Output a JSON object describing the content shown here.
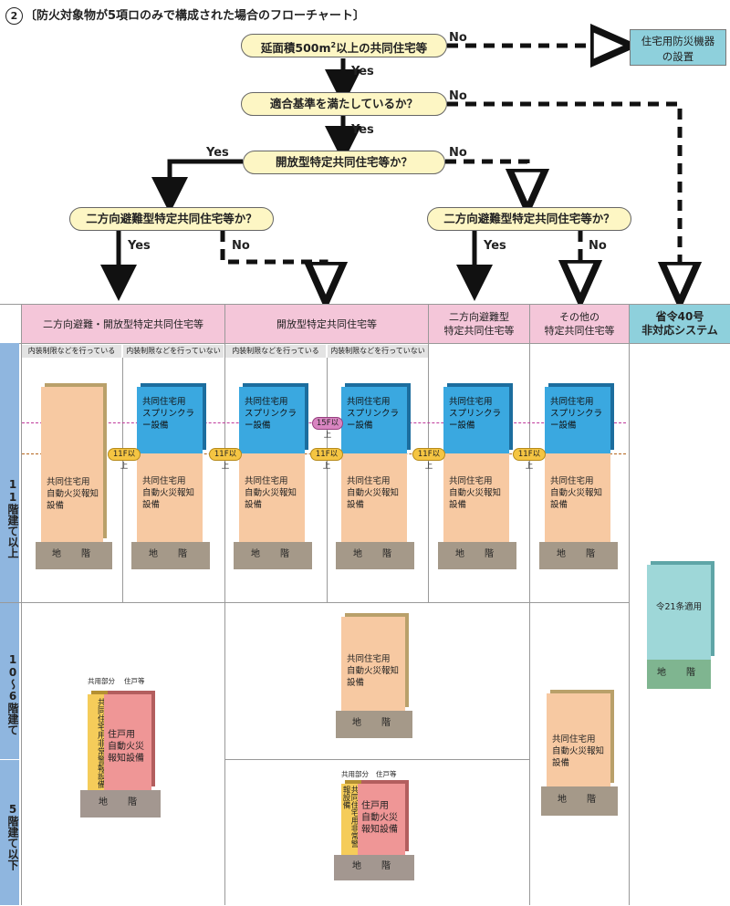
{
  "title": {
    "number": "2",
    "text": "〔防火対象物が5項ロのみで構成された場合のフローチャート〕"
  },
  "flow": {
    "q1": {
      "pre": "延面積500m",
      "sup": "2",
      "post": "以上の共同住宅等"
    },
    "q2": "適合基準を満たしているか？",
    "q3": "開放型特定共同住宅等か？",
    "q4_left": "二方向避難型特定共同住宅等か？",
    "q4_right": "二方向避難型特定共同住宅等か？",
    "yes": "Yes",
    "no": "No",
    "outcome_no": {
      "line1": "住宅用防災機器",
      "line2": "の設置"
    }
  },
  "table": {
    "headers": [
      "二方向避難・開放型特定共同住宅等",
      "開放型特定共同住宅等",
      "二方向避難型\n特定共同住宅等",
      "その他の\n特定共同住宅等",
      "省令40号\n非対応システム"
    ],
    "subheaders": [
      "内装制限などを行っている",
      "内装制限などを行っていない",
      "内装制限などを行っている",
      "内装制限などを行っていない"
    ],
    "rows": [
      "11階建て以上",
      "10〜6階建て",
      "5階建て以下"
    ],
    "sprinkler": "共同住宅用\nスプリンクラー設備",
    "fire_alarm": "共同住宅用\n自動火災報知\n設備",
    "basement": "地　階",
    "tag_11f": "11F以上",
    "tag_15f": "15F以上",
    "rule21": "令21条適用",
    "common_area": "共用部分",
    "dwelling": "住戸等",
    "common_alarm": "共同住宅用非常警報設備",
    "unit_alarm": "住戸用\n自動火災\n報知設備"
  },
  "colors": {
    "pill": "#fdf6c4",
    "header_pink": "#f4c6d9",
    "header_teal": "#8ed0dc",
    "side_blue": "#8fb6df",
    "orange": "#f7c9a2",
    "blue": "#3aa8e0",
    "teal": "#9ed7d8",
    "pink": "#ef9696",
    "yellow": "#f5cc5a",
    "basement": "#a59989",
    "line_magenta": "#c0399b",
    "line_brown": "#b5651d"
  }
}
